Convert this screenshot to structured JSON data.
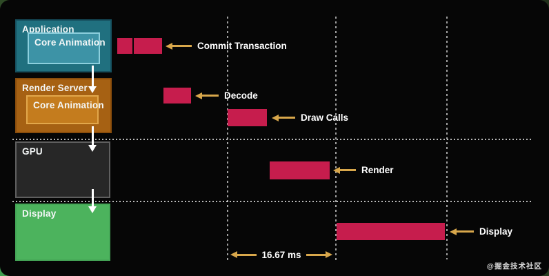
{
  "colors": {
    "background": "#060606",
    "bar": "#c61d4d",
    "callout_arrow": "#d8a74b",
    "flow_arrow": "#ffffff",
    "application_box": "#20707f",
    "application_inner_box": "#3d93a6",
    "render_server_box": "#a66113",
    "render_server_inner_box": "#c47c1e",
    "gpu_box": "#272727",
    "display_box": "#4cb35d"
  },
  "lanes": {
    "application": {
      "label": "Application",
      "inner_label": "Core Animation"
    },
    "render_server": {
      "label": "Render Server",
      "inner_label": "Core Animation"
    },
    "gpu": {
      "label": "GPU"
    },
    "display": {
      "label": "Display"
    }
  },
  "timeline": {
    "frame_duration_label": "16.67 ms",
    "events": [
      {
        "label": "Commit Transaction"
      },
      {
        "label": "Decode"
      },
      {
        "label": "Draw Calls"
      },
      {
        "label": "Render"
      },
      {
        "label": "Display"
      }
    ]
  },
  "watermark": "@掘金技术社区"
}
